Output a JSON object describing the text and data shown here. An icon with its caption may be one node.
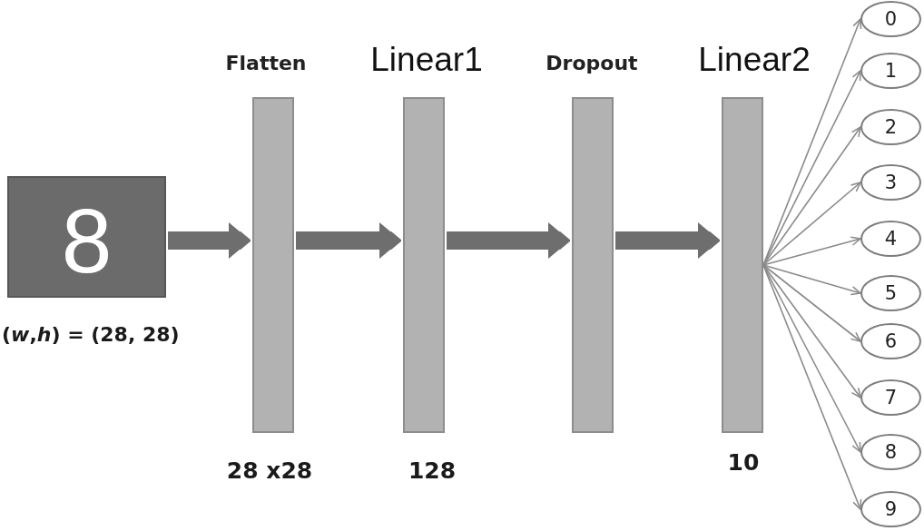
{
  "diagram": {
    "nodes": [
      {
        "text": [
          "8"
        ],
        "beside": [
          "(*w*,*h*) = (28, 28)"
        ]
      },
      {
        "text": [
          "Flatten"
        ],
        "beside": [
          "28 x28"
        ]
      },
      {
        "text": [
          "Linear1"
        ],
        "beside": [
          "128"
        ]
      },
      {
        "text": [
          "Dropout"
        ]
      },
      {
        "text": [
          "Linear2"
        ],
        "beside": [
          "10"
        ]
      },
      {
        "text": [
          "0"
        ]
      },
      {
        "text": [
          "1"
        ]
      },
      {
        "text": [
          "2"
        ]
      },
      {
        "text": [
          "3"
        ]
      },
      {
        "text": [
          "4"
        ]
      },
      {
        "text": [
          "5"
        ]
      },
      {
        "text": [
          "6"
        ]
      },
      {
        "text": [
          "7"
        ]
      },
      {
        "text": [
          "8"
        ]
      },
      {
        "text": [
          "9"
        ]
      }
    ],
    "edges": [
      {
        "from": 0,
        "to": 1,
        "arrow": "to",
        "style": "thick",
        "color": "#6e6e6e"
      },
      {
        "from": 1,
        "to": 2,
        "arrow": "to",
        "style": "thick",
        "color": "#6e6e6e"
      },
      {
        "from": 2,
        "to": 3,
        "arrow": "to",
        "style": "thick",
        "color": "#6e6e6e"
      },
      {
        "from": 3,
        "to": 4,
        "arrow": "to",
        "style": "thick",
        "color": "#6e6e6e"
      },
      {
        "from": 4,
        "to": 5,
        "arrow": "to"
      },
      {
        "from": 4,
        "to": 6,
        "arrow": "to"
      },
      {
        "from": 4,
        "to": 7,
        "arrow": "to"
      },
      {
        "from": 4,
        "to": 8,
        "arrow": "to"
      },
      {
        "from": 4,
        "to": 9,
        "arrow": "to"
      },
      {
        "from": 4,
        "to": 10,
        "arrow": "to"
      },
      {
        "from": 4,
        "to": 11,
        "arrow": "to"
      },
      {
        "from": 4,
        "to": 12,
        "arrow": "to"
      },
      {
        "from": 4,
        "to": 13,
        "arrow": "to"
      },
      {
        "from": 4,
        "to": 14,
        "arrow": "to"
      }
    ]
  }
}
